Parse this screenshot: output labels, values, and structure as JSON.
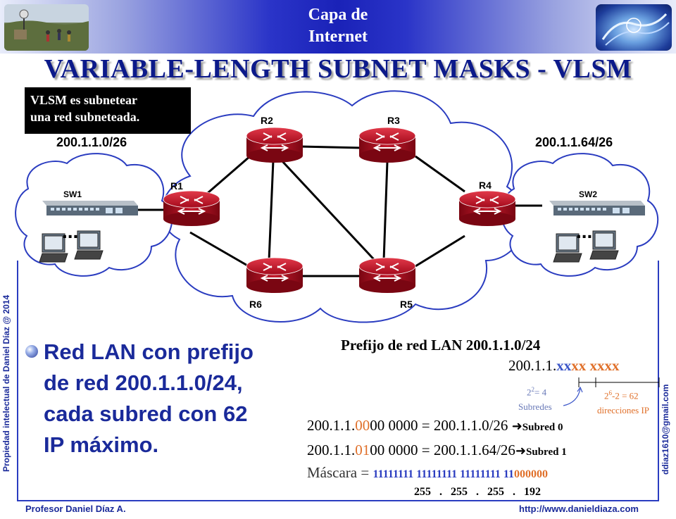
{
  "header": {
    "title": "Capa de\nInternet"
  },
  "main_title": "VARIABLE-LENGTH SUBNET MASKS - VLSM",
  "note": "VLSM es subnetear\nuna red subneteada.",
  "diagram": {
    "left_network": "200.1.1.0/26",
    "right_network": "200.1.1.64/26",
    "routers": {
      "r1": "R1",
      "r2": "R2",
      "r3": "R3",
      "r4": "R4",
      "r5": "R5",
      "r6": "R6"
    },
    "switches": {
      "sw1": "SW1",
      "sw2": "SW2"
    },
    "ellipsis": "..."
  },
  "bullet": "Red LAN con prefijo de red 200.1.1.0/24, cada subred con 62 IP máximo.",
  "calc": {
    "prefix_title": "Prefijo de red LAN 200.1.1.0/24",
    "addr_base": "200.1.1.",
    "addr_subnet_bits": "xx",
    "addr_host_bits": "xx xxxx",
    "subnets_formula_base": "2",
    "subnets_formula_exp": "2",
    "subnets_formula_rest": "= 4",
    "subnets_label": "Subredes",
    "hosts_formula_base": "2",
    "hosts_formula_exp": "6",
    "hosts_formula_rest": "-2 = 62",
    "hosts_label": "direcciones IP",
    "line1_base": "200.1.1.",
    "line1_bits": "00",
    "line1_rest": "00 0000 = 200.1.1.0/26",
    "line1_tag": "Subred 0",
    "line2_base": "200.1.1.",
    "line2_bits": "01",
    "line2_rest": "00 0000 = 200.1.1.64/26",
    "line2_tag": "Subred 1",
    "mask_label": "Máscara = ",
    "mask_bits": "11111111 11111111 11111111 11",
    "mask_zeros": "000000",
    "mask_decimal": "255   .   255   .   255   .   192"
  },
  "sidebar_left": "Propiedad intelectual de Daniel Díaz @ 2014",
  "sidebar_right": "ddiaz1610@gmail.com",
  "footer": {
    "left": "Profesor Daniel Díaz A.",
    "right": "http://www.danieldiaza.com"
  },
  "colors": {
    "accent_blue": "#1a2a9a",
    "network_blue": "#3a55c8",
    "subnet_orange": "#e0702a",
    "router_red": "#b80f22"
  }
}
